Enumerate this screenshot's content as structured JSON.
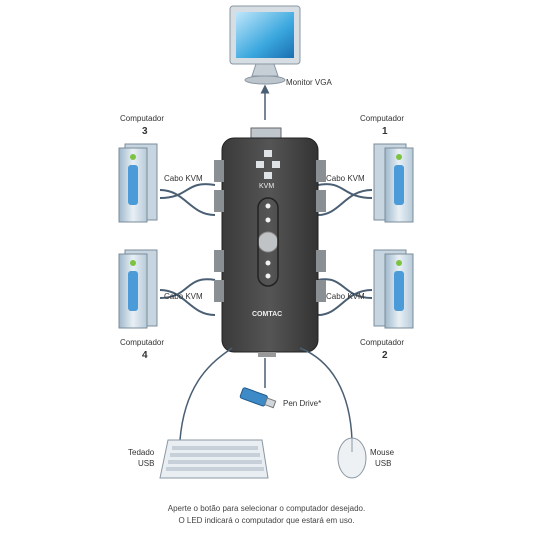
{
  "labels": {
    "monitor": "Monitor VGA",
    "pc_top_left_title": "Computador",
    "pc_top_left_num": "3",
    "pc_top_right_title": "Computador",
    "pc_top_right_num": "1",
    "pc_bottom_left_title": "Computador",
    "pc_bottom_left_num": "4",
    "pc_bottom_right_title": "Computador",
    "pc_bottom_right_num": "2",
    "cable_tl": "Cabo KVM",
    "cable_tr": "Cabo KVM",
    "cable_bl": "Cabo KVM",
    "cable_br": "Cabo KVM",
    "pendrive": "Pen Drive*",
    "keyboard_l1": "Tedado",
    "keyboard_l2": "USB",
    "mouse_l1": "Mouse",
    "mouse_l2": "USB",
    "brand": "COMTAC",
    "kvm": "KVM",
    "caption_l1": "Aperte o botão para selecionar o computador desejado.",
    "caption_l2": "O LED indicará o computador que estará em uso."
  }
}
